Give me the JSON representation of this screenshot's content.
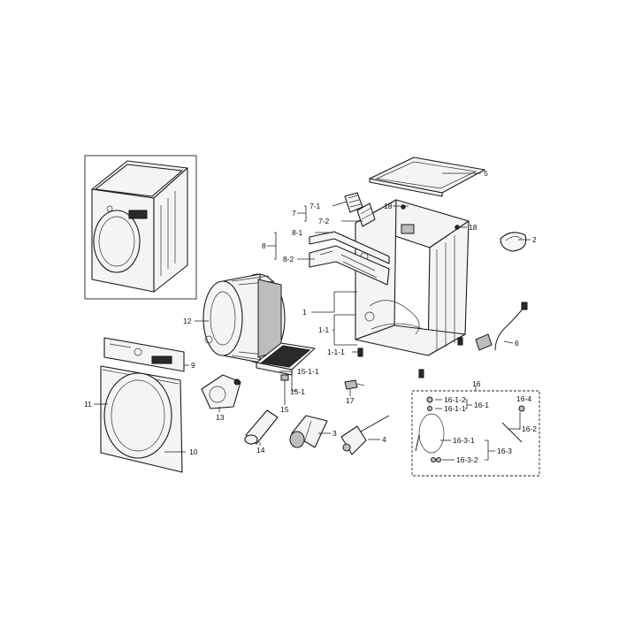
{
  "labels": {
    "l1": "1",
    "l1_1": "1-1",
    "l1_1_1": "1-1-1",
    "l2": "2",
    "l3": "3",
    "l4": "4",
    "l5": "5",
    "l6": "6",
    "l7": "7",
    "l7_1": "7-1",
    "l7_2": "7-2",
    "l8": "8",
    "l8_1": "8-1",
    "l8_2": "8-2",
    "l9": "9",
    "l10": "10",
    "l11": "11",
    "l12": "12",
    "l13": "13",
    "l14": "14",
    "l15": "15",
    "l15_1": "15-1",
    "l15_1_1": "15-1-1",
    "l16": "16",
    "l16_1": "16-1",
    "l16_1_1": "16-1-1",
    "l16_1_2": "16-1-2",
    "l16_2": "16-2",
    "l16_3": "16-3",
    "l16_3_1": "16-3-1",
    "l16_3_2": "16-3-2",
    "l16_4": "16-4",
    "l17": "17",
    "l18a": "18",
    "l18b": "18"
  }
}
